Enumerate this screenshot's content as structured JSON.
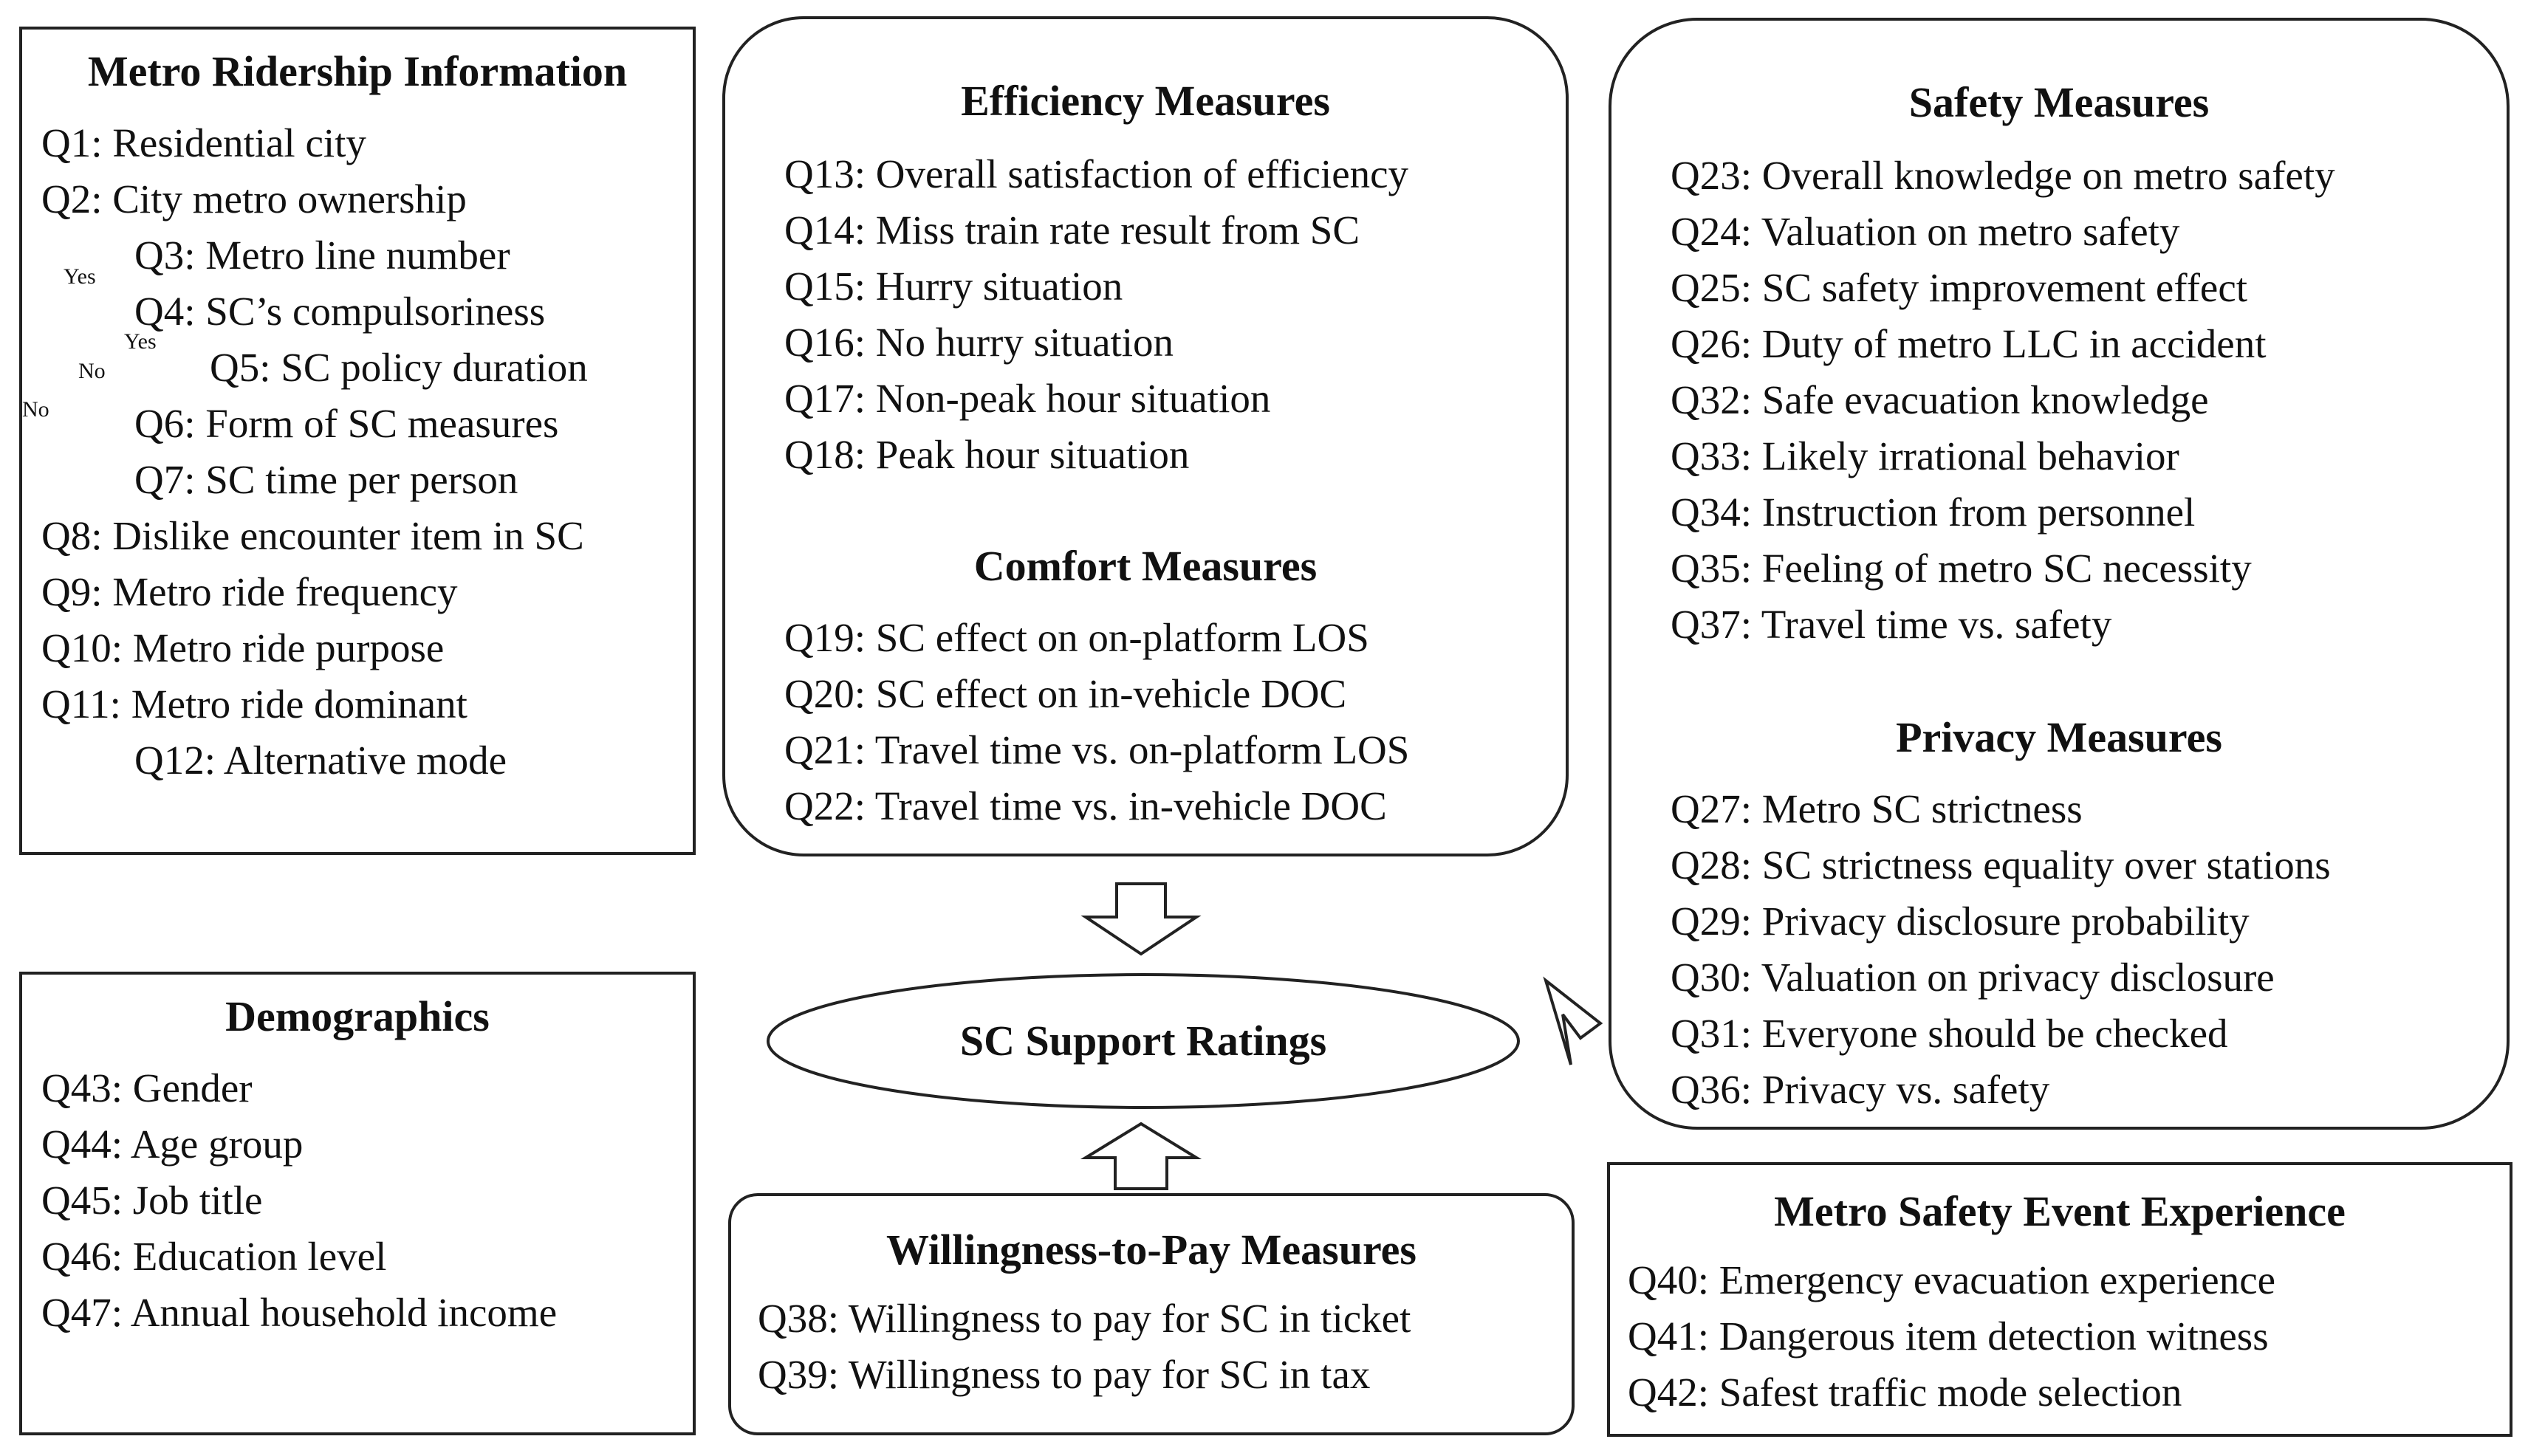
{
  "ridership": {
    "title": "Metro Ridership Information",
    "items": [
      "Q1: Residential city",
      "Q2: City metro ownership",
      "Q3: Metro line number",
      "Q4: SC’s compulsoriness",
      "Q5: SC policy duration",
      "Q6: Form of SC measures",
      "Q7: SC time per person",
      "Q8: Dislike encounter item in SC",
      "Q9: Metro ride frequency",
      "Q10: Metro ride purpose",
      "Q11: Metro ride dominant",
      "Q12: Alternative mode"
    ],
    "branch_labels": {
      "yes_outer": "Yes",
      "yes_inner": "Yes",
      "no_inner": "No",
      "no_outer": "No"
    }
  },
  "demographics": {
    "title": "Demographics",
    "items": [
      "Q43: Gender",
      "Q44: Age group",
      "Q45: Job title",
      "Q46: Education level",
      "Q47: Annual household income"
    ]
  },
  "efficiency": {
    "title": "Efficiency Measures",
    "items": [
      "Q13: Overall satisfaction of efficiency",
      "Q14: Miss train rate result from SC",
      "Q15: Hurry situation",
      "Q16: No hurry situation",
      "Q17: Non-peak hour situation",
      "Q18: Peak hour situation"
    ]
  },
  "comfort": {
    "title": "Comfort Measures",
    "items": [
      "Q19: SC effect on on-platform LOS",
      "Q20: SC effect on in-vehicle DOC",
      "Q21: Travel time vs. on-platform LOS",
      "Q22: Travel time vs. in-vehicle DOC"
    ]
  },
  "safety": {
    "title": "Safety Measures",
    "items": [
      "Q23: Overall knowledge on metro safety",
      "Q24: Valuation on metro safety",
      "Q25: SC safety improvement effect",
      "Q26: Duty of metro LLC in accident",
      "Q32: Safe evacuation knowledge",
      "Q33: Likely irrational behavior",
      "Q34: Instruction from personnel",
      "Q35: Feeling of metro SC necessity",
      "Q37: Travel time vs. safety"
    ]
  },
  "privacy": {
    "title": "Privacy Measures",
    "items": [
      "Q27: Metro SC strictness",
      "Q28: SC strictness equality over stations",
      "Q29: Privacy disclosure probability",
      "Q30: Valuation on privacy disclosure",
      "Q31: Everyone should be checked",
      "Q36: Privacy vs. safety"
    ]
  },
  "support": {
    "label": "SC Support Ratings"
  },
  "wtp": {
    "title": "Willingness-to-Pay Measures",
    "items": [
      "Q38: Willingness to pay for SC in ticket",
      "Q39: Willingness to pay for SC in tax"
    ]
  },
  "event": {
    "title": "Metro Safety Event Experience",
    "items": [
      "Q40: Emergency evacuation experience",
      "Q41: Dangerous item detection witness",
      "Q42: Safest traffic mode selection"
    ]
  }
}
